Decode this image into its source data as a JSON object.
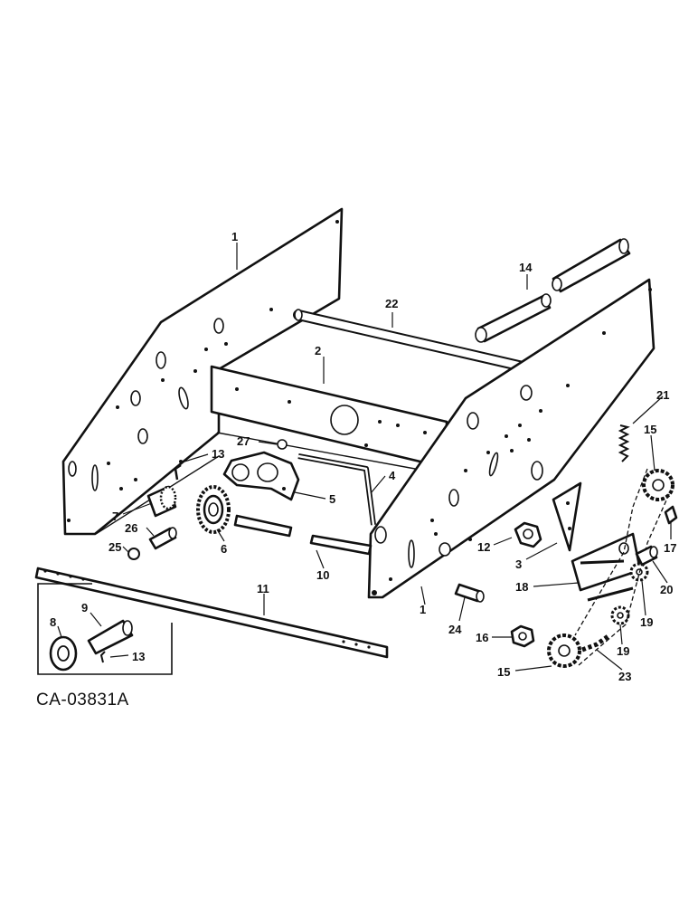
{
  "figure": {
    "code": "CA-03831A",
    "callouts": [
      "1",
      "1",
      "2",
      "3",
      "4",
      "5",
      "6",
      "7",
      "8",
      "9",
      "10",
      "11",
      "12",
      "13",
      "13",
      "14",
      "15",
      "15",
      "16",
      "17",
      "18",
      "19",
      "19",
      "20",
      "21",
      "22",
      "23",
      "24",
      "25",
      "26",
      "27"
    ]
  }
}
